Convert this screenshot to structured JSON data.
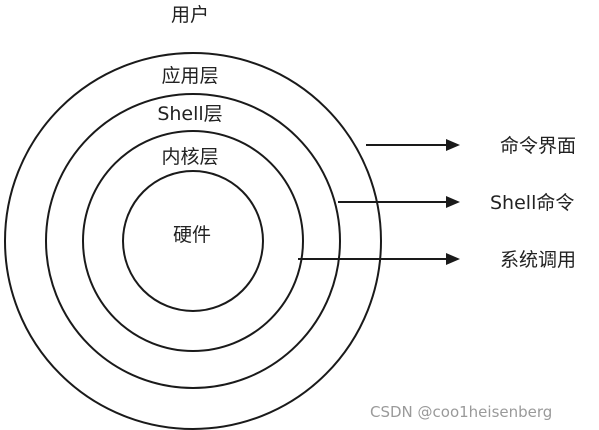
{
  "diagram": {
    "outer_label": "用户",
    "layers": [
      {
        "label": "应用层"
      },
      {
        "label": "Shell层"
      },
      {
        "label": "内核层"
      },
      {
        "label": "硬件"
      }
    ],
    "interfaces": [
      {
        "label": "命令界面"
      },
      {
        "label": "Shell命令"
      },
      {
        "label": "系统调用"
      }
    ]
  },
  "watermark": "CSDN @coo1heisenberg",
  "colors": {
    "stroke": "#1a1a1a",
    "text": "#222222",
    "watermark": "#9a9a9a",
    "background": "#ffffff"
  }
}
